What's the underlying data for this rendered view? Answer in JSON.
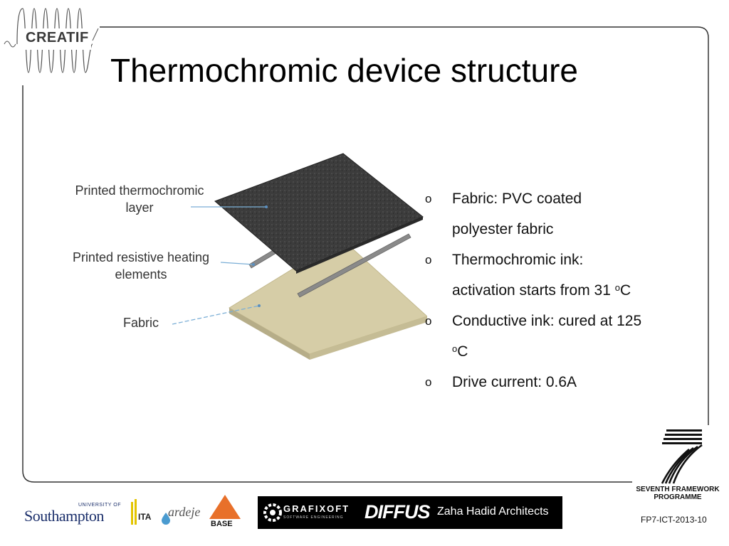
{
  "slide": {
    "title": "Thermochromic device structure",
    "project_logo": "CREATIF",
    "diagram": {
      "callouts": [
        {
          "line1": "Printed thermochromic",
          "line2": "layer"
        },
        {
          "line1": "Printed resistive heating",
          "line2": "elements"
        },
        {
          "line1": "Fabric",
          "line2": ""
        }
      ]
    },
    "bullets": [
      {
        "marker": "o",
        "text_a": "Fabric: PVC coated",
        "text_b": "polyester fabric",
        "deg": "",
        "unit": ""
      },
      {
        "marker": "o",
        "text_a": "Thermochromic ink:",
        "text_b": "activation starts from 31 ",
        "deg": "o",
        "unit": "C"
      },
      {
        "marker": "o",
        "text_a": "Conductive ink: cured at 125",
        "text_b": "",
        "deg": "o",
        "unit": "C"
      },
      {
        "marker": "o",
        "text_a": "Drive current: 0.6A",
        "text_b": "",
        "deg": "",
        "unit": ""
      }
    ],
    "fp7": {
      "line1": "SEVENTH FRAMEWORK",
      "line2": "PROGRAMME",
      "code": "FP7-ICT-2013-10"
    },
    "partner_logos": {
      "southampton_small": "UNIVERSITY OF",
      "southampton": "Southampton",
      "ita": "ITA",
      "ardeje": "ardeje",
      "base": "BASE",
      "grafixoft": "GRAFIXOFT",
      "grafixoft_sub": "SOFTWARE ENGINEERING",
      "diffus": "DIFFUS",
      "zaha": "Zaha Hadid Architects"
    }
  }
}
